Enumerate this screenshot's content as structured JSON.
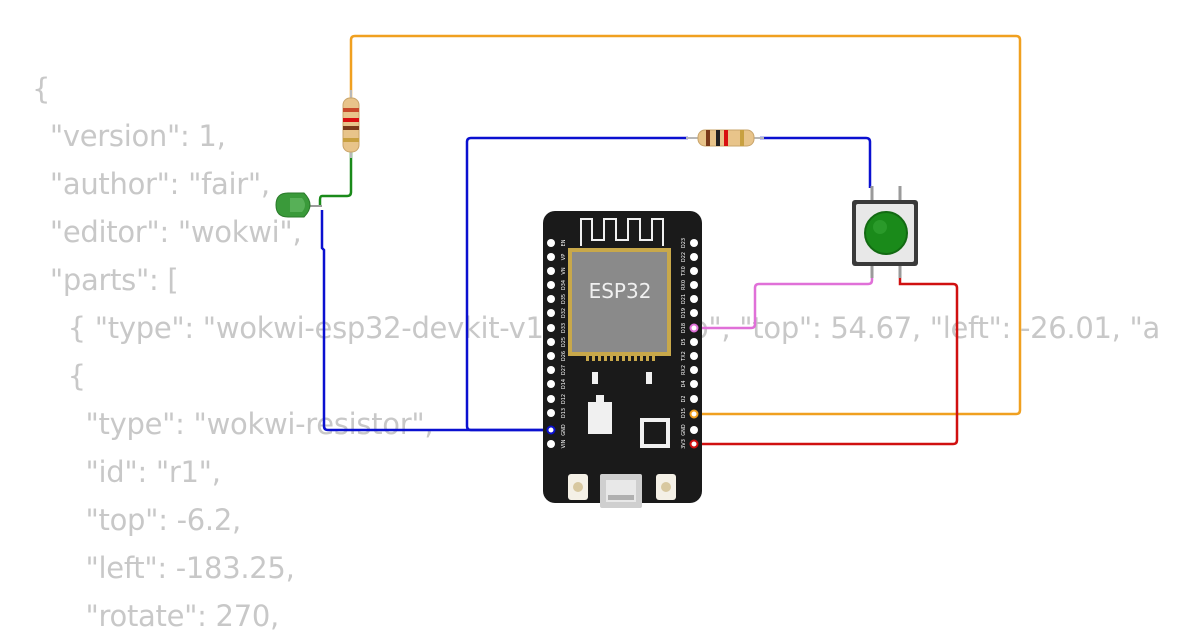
{
  "diagram_json": {
    "lines": [
      "{",
      "  \"version\": 1,",
      "  \"author\": \"fair\",",
      "  \"editor\": \"wokwi\",",
      "  \"parts\": [",
      "    { \"type\": \"wokwi-esp32-devkit-v1\", \"id\": \"esp\", \"top\": 54.67, \"left\": -26.01, \"a",
      "    {",
      "      \"type\": \"wokwi-resistor\",",
      "      \"id\": \"r1\",",
      "      \"top\": -6.2,",
      "      \"left\": -183.25,",
      "      \"rotate\": 270,"
    ]
  },
  "board": {
    "chip_label": "ESP32",
    "left_pins": [
      "EN",
      "VP",
      "VN",
      "D34",
      "D35",
      "D32",
      "D33",
      "D25",
      "D26",
      "D27",
      "D14",
      "D12",
      "D13",
      "GND",
      "VIN"
    ],
    "right_pins": [
      "D23",
      "D22",
      "TX0",
      "RX0",
      "D21",
      "D19",
      "D18",
      "D5",
      "TX2",
      "RX2",
      "D4",
      "D2",
      "D15",
      "GND",
      "3V3"
    ]
  },
  "colors": {
    "wire_orange": "#f0a020",
    "wire_blue": "#0a10d0",
    "wire_green": "#1a8a1a",
    "wire_pink": "#e070d8",
    "wire_red": "#d01010",
    "led_green": "#3a9a3a",
    "button_cap": "#1a8a1a",
    "board_black": "#1a1a1a"
  },
  "parts": {
    "led": "led-green-icon",
    "resistor_1": "resistor-icon",
    "resistor_2": "resistor-icon",
    "pushbutton": "pushbutton-icon",
    "esp32_board": "esp32-devkit-icon"
  }
}
